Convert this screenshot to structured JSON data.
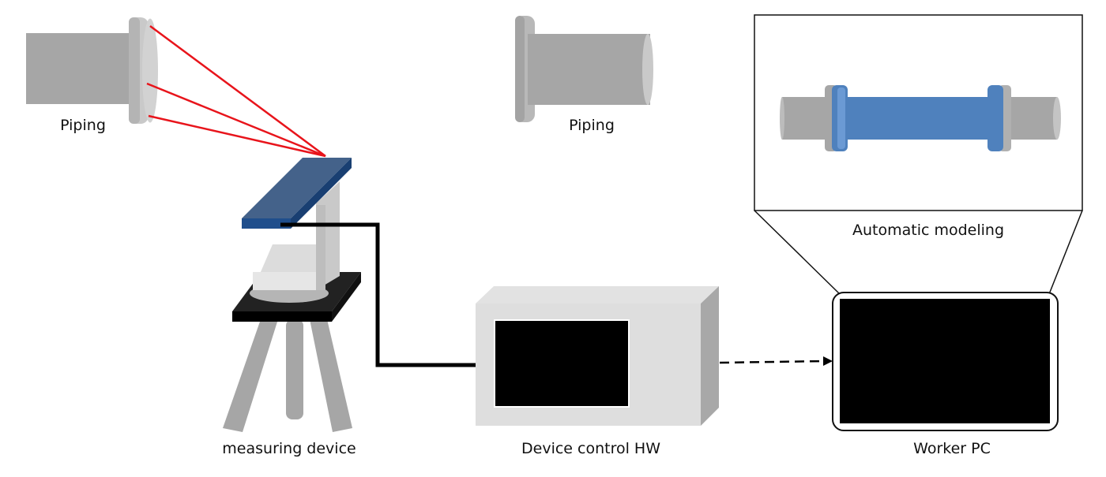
{
  "labels": {
    "piping_left": "Piping",
    "piping_right": "Piping",
    "automatic_modeling": "Automatic modeling",
    "measuring_device": "measuring device",
    "device_control_hw": "Device control HW",
    "worker_pc": "Worker PC"
  },
  "colors": {
    "pipe_body": "#a6a6a6",
    "pipe_flange": "#c9c9c9",
    "laser_beam": "#e8141b",
    "scanner_head": "#1f4e8c",
    "modeled_pipe": "#4f81bd",
    "cable": "#000000",
    "screen": "#000000"
  },
  "icons": {
    "scanner": "laser-scanner-icon",
    "tripod": "tripod-icon",
    "control_box": "control-box-icon",
    "monitor": "monitor-icon"
  }
}
